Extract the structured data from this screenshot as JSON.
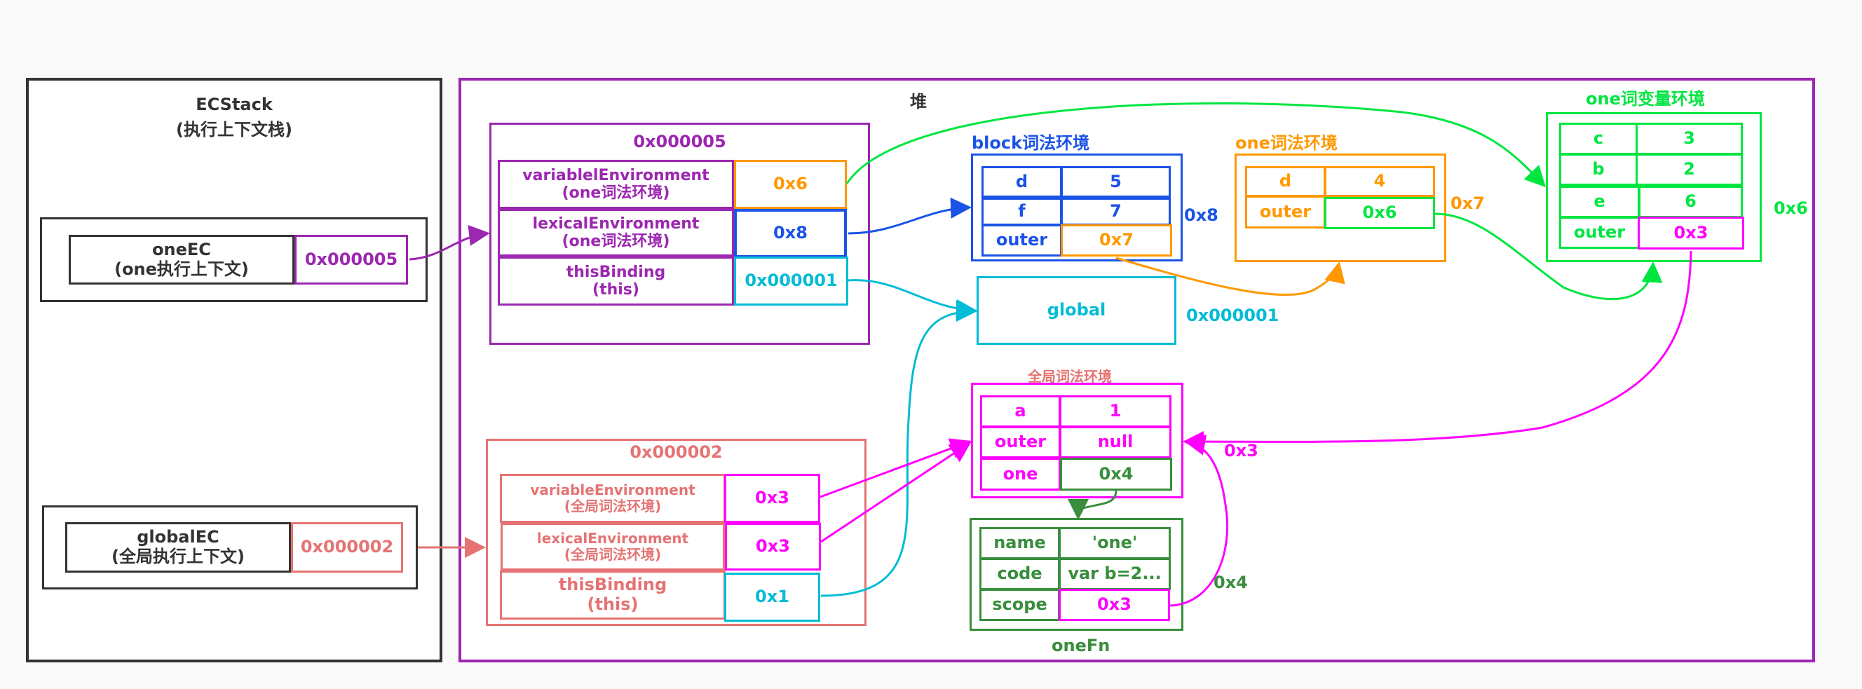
{
  "colors": {
    "stack": "#333333",
    "heap": "#9c27b0",
    "purple": "#9c27b0",
    "salmon": "#e57373",
    "orange": "#ff9800",
    "blue": "#1a53e6",
    "cyan": "#00bcd4",
    "green": "#00e640",
    "magenta": "#ff00ff",
    "darkgreen": "#388e3c"
  },
  "ecstack": {
    "title": "ECStack",
    "subtitle": "(执行上下文栈)",
    "oneEC": {
      "name": "oneEC",
      "desc": "(one执行上下文)",
      "addr": "0x000005"
    },
    "globalEC": {
      "name": "globalEC",
      "desc": "(全局执行上下文)",
      "addr": "0x000002"
    }
  },
  "heap": {
    "title": "堆",
    "oneECObj": {
      "addr": "0x000005",
      "rows": [
        {
          "key": "variablelEnvironment",
          "sub": "(one词法环境)",
          "value": "0x6"
        },
        {
          "key": "lexicalEnvironment",
          "sub": "(one词法环境)",
          "value": "0x8"
        },
        {
          "key": "thisBinding",
          "sub": "(this)",
          "value": "0x000001"
        }
      ]
    },
    "globalECObj": {
      "addr": "0x000002",
      "rows": [
        {
          "key": "variableEnvironment",
          "sub": "(全局词法环境)",
          "value": "0x3"
        },
        {
          "key": "lexicalEnvironment",
          "sub": "(全局词法环境)",
          "value": "0x3"
        },
        {
          "key": "thisBinding",
          "sub": "(this)",
          "value": "0x1"
        }
      ]
    },
    "blockEnv": {
      "title": "block词法环境",
      "addr": "0x8",
      "rows": [
        {
          "key": "d",
          "value": "5"
        },
        {
          "key": "f",
          "value": "7"
        },
        {
          "key": "outer",
          "value": "0x7"
        }
      ]
    },
    "oneLexEnv": {
      "title": "one词法环境",
      "addr": "0x7",
      "rows": [
        {
          "key": "d",
          "value": "4"
        },
        {
          "key": "outer",
          "value": "0x6"
        }
      ]
    },
    "oneVarEnv": {
      "title": "one词变量环境",
      "addr": "0x6",
      "rows": [
        {
          "key": "c",
          "value": "3"
        },
        {
          "key": "b",
          "value": "2"
        },
        {
          "key": "e",
          "value": "6"
        },
        {
          "key": "outer",
          "value": "0x3"
        }
      ]
    },
    "globalObj": {
      "label": "global",
      "addr": "0x000001"
    },
    "globalLexEnv": {
      "title": "全局词法环境",
      "addr": "0x3",
      "rows": [
        {
          "key": "a",
          "value": "1"
        },
        {
          "key": "outer",
          "value": "null"
        },
        {
          "key": "one",
          "value": "0x4"
        }
      ]
    },
    "oneFn": {
      "title": "oneFn",
      "addr": "0x4",
      "rows": [
        {
          "key": "name",
          "value": "'one'"
        },
        {
          "key": "code",
          "value": "var b=2..."
        },
        {
          "key": "scope",
          "value": "0x3"
        }
      ]
    }
  }
}
